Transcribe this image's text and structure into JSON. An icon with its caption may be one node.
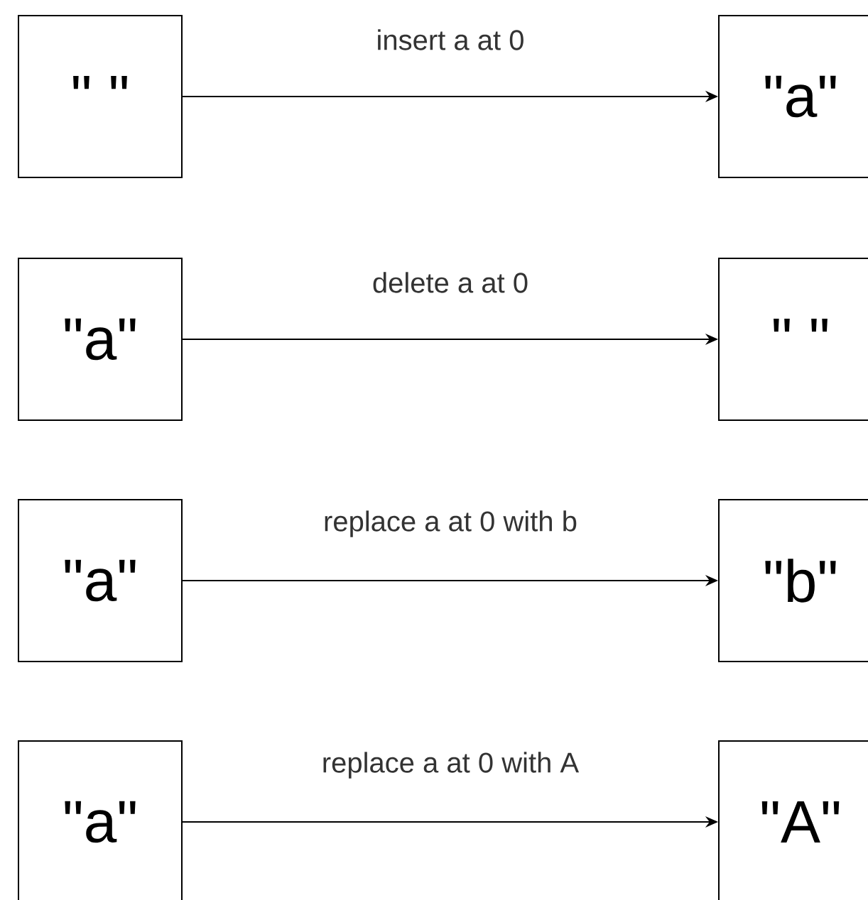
{
  "diagram": {
    "nodes": [
      {
        "text": [
          "\" \""
        ]
      },
      {
        "text": [
          "\"a\""
        ]
      },
      {
        "text": [
          "\"a\""
        ]
      },
      {
        "text": [
          "\" \""
        ]
      },
      {
        "text": [
          "\"a\""
        ]
      },
      {
        "text": [
          "\"b\""
        ]
      },
      {
        "text": [
          "\"a\""
        ]
      },
      {
        "text": [
          "\"A\""
        ]
      }
    ],
    "edges": [
      {
        "from": 0,
        "to": 1,
        "arrow": "to",
        "label": "insert a at 0"
      },
      {
        "from": 2,
        "to": 3,
        "arrow": "to",
        "label": "delete a at 0"
      },
      {
        "from": 4,
        "to": 5,
        "arrow": "to",
        "label": "replace a at 0 with b"
      },
      {
        "from": 6,
        "to": 7,
        "arrow": "to",
        "label": "replace a at 0 with A"
      }
    ]
  }
}
